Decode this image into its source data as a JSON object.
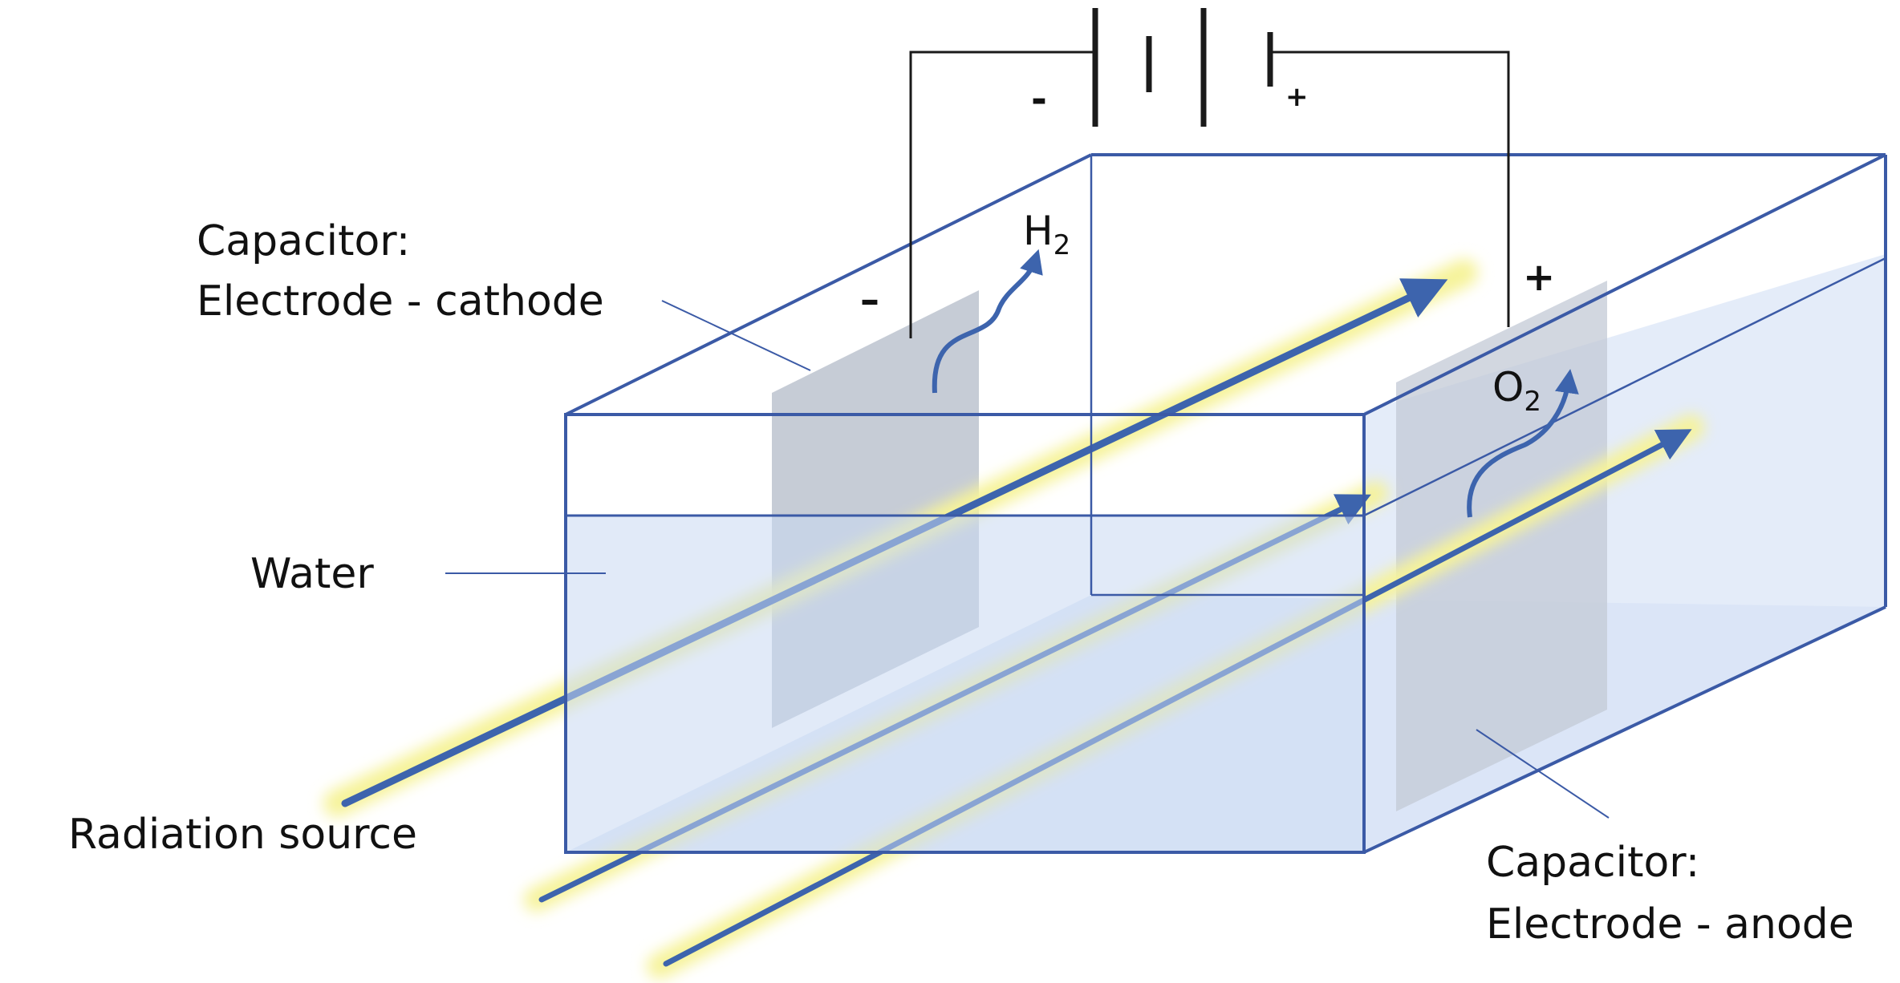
{
  "labels": {
    "cathode_title": "Capacitor:",
    "cathode_name": "Electrode - cathode",
    "anode_title": "Capacitor:",
    "anode_name": "Electrode - anode",
    "water": "Water",
    "radiation": "Radiation source"
  },
  "chemistry": {
    "h2_symbol": "H",
    "h2_subscript": "2",
    "o2_symbol": "O",
    "o2_subscript": "2"
  },
  "polarity": {
    "battery_negative": "-",
    "battery_positive": "+",
    "cathode_sign": "–",
    "anode_sign": "+"
  },
  "colors": {
    "tank_edge": "#3b5aa6",
    "water": "#c9d9f3",
    "beam": "#3d64ad",
    "glow": "#f6f39a",
    "electrode": "#bcc3cf",
    "wire": "#1a1a1a"
  }
}
